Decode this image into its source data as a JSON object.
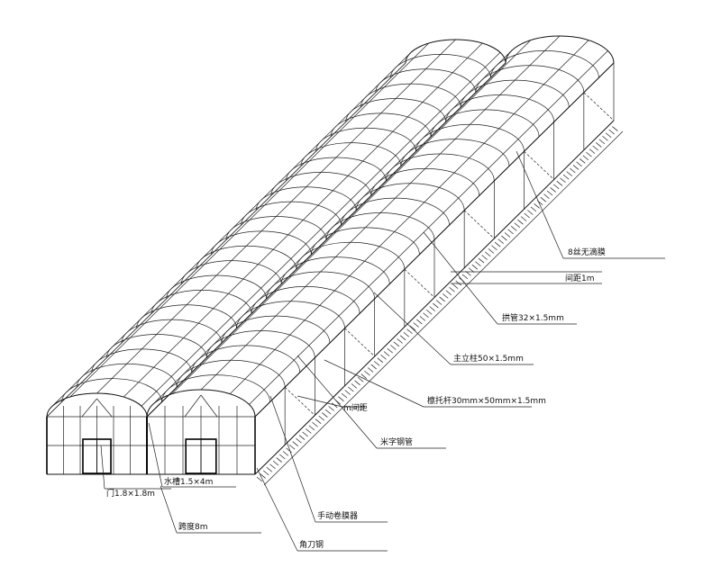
{
  "labels": {
    "film": "8丝无滴膜",
    "spacing": "间距1m",
    "arch_tube": "拱管32×1.5mm",
    "main_column": "主立柱50×1.5mm",
    "purlin": "檩托杆30mm×50mm×1.5mm",
    "spacing_inner": "m间距",
    "gutter_cross": "米字钢管",
    "door": "门1.8×1.8m",
    "water_trough": "水槽1.5×4m",
    "span": "跨度8m",
    "hand_roller": "手动卷膜器",
    "corner_brace": "角刀钢"
  },
  "colors": {
    "line": "#111111",
    "background": "#ffffff"
  }
}
